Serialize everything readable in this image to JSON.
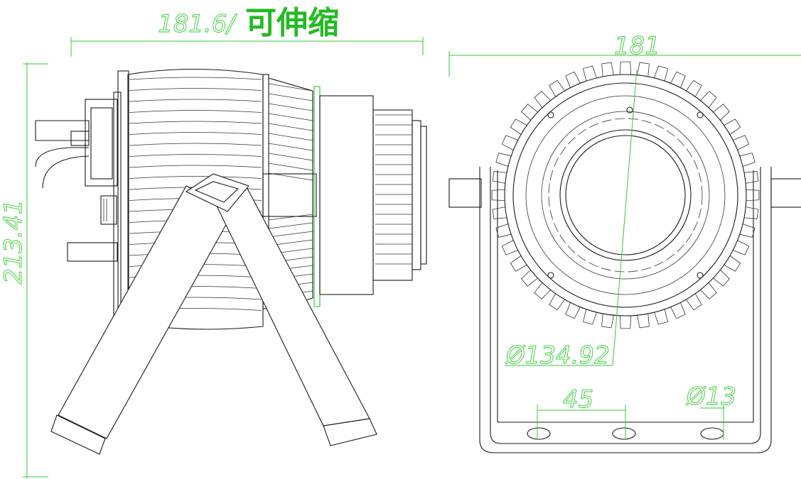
{
  "colors": {
    "outline": "#1a1a1a",
    "dimension": "#33cc33",
    "background": "#ffffff"
  },
  "side_view": {
    "dim_width": "181.6/",
    "dim_width_note": "可伸缩",
    "dim_height": "213.41"
  },
  "front_view": {
    "dim_width": "181",
    "dim_diameter": "Ø134.92",
    "dim_hole_spacing": "45",
    "dim_hole_diameter": "Ø13"
  }
}
